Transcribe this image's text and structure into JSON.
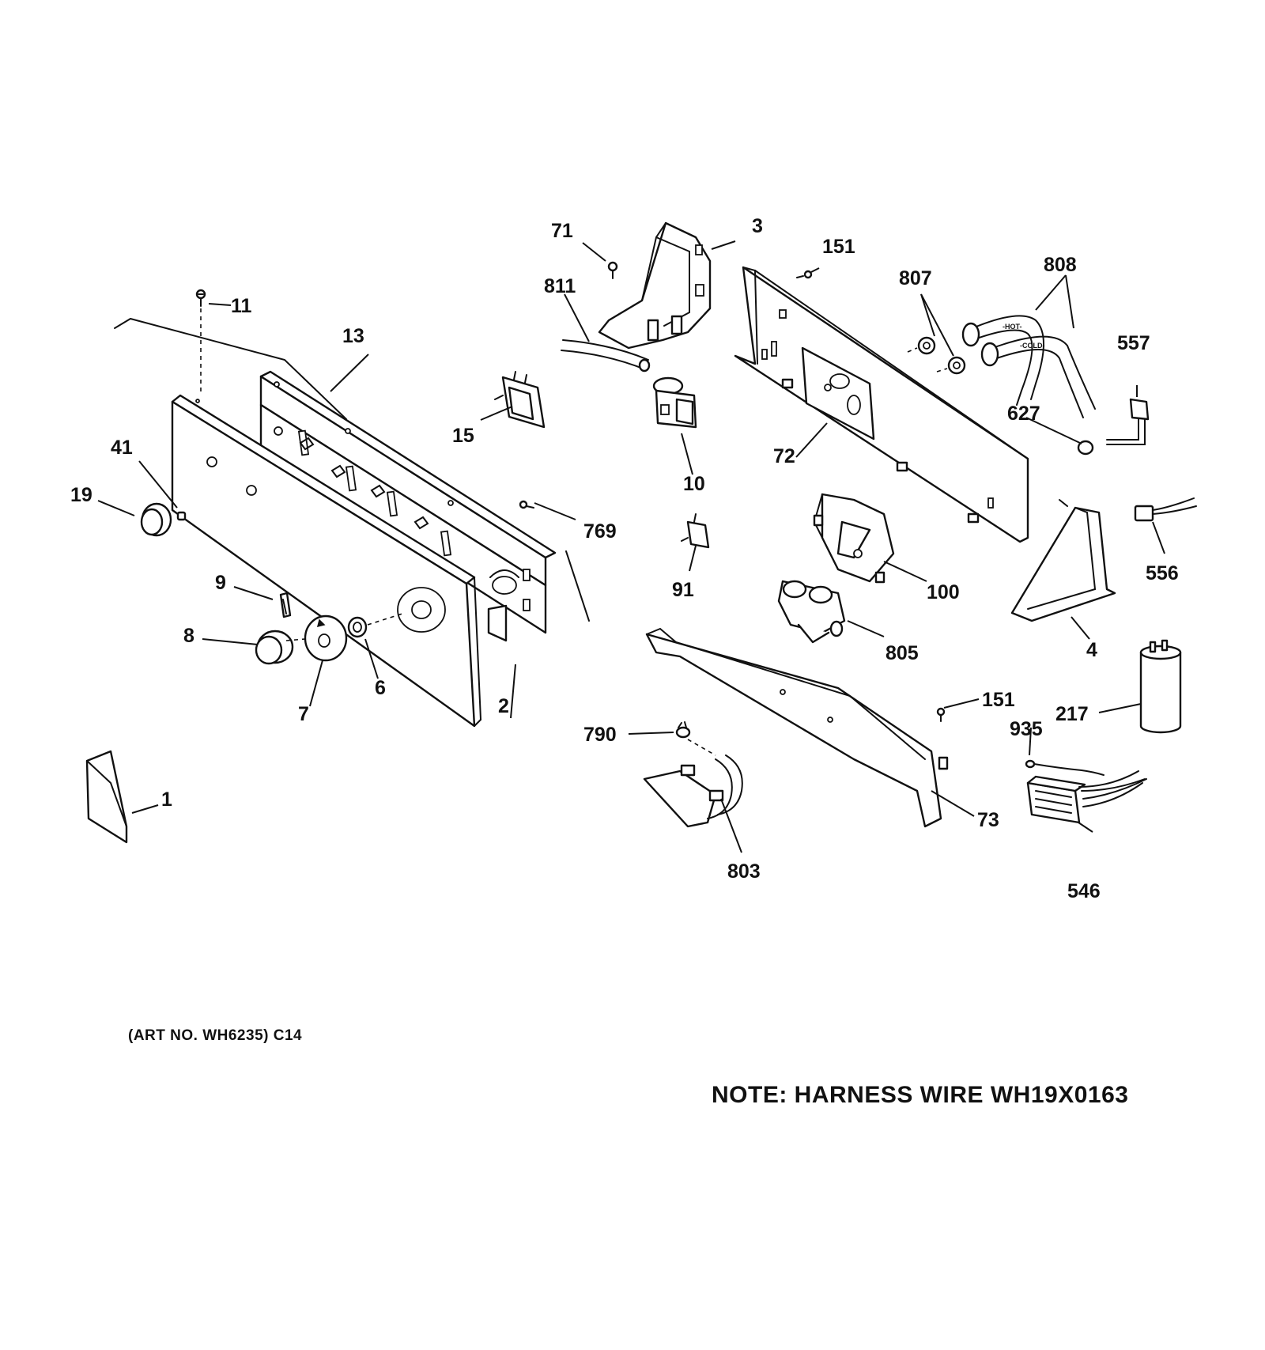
{
  "callouts": {
    "p1": "1",
    "p2": "2",
    "p3": "3",
    "p4": "4",
    "p6": "6",
    "p7": "7",
    "p8": "8",
    "p9": "9",
    "p10": "10",
    "p11": "11",
    "p13": "13",
    "p15": "15",
    "p19": "19",
    "p41": "41",
    "p71": "71",
    "p72": "72",
    "p73": "73",
    "p91": "91",
    "p100": "100",
    "p151a": "151",
    "p151b": "151",
    "p217": "217",
    "p546": "546",
    "p556": "556",
    "p557": "557",
    "p627": "627",
    "p769": "769",
    "p790": "790",
    "p803": "803",
    "p805": "805",
    "p807": "807",
    "p808": "808",
    "p811": "811",
    "p935": "935"
  },
  "hose_labels": {
    "hot": "-HOT-",
    "cold": "-COLD-"
  },
  "footer": {
    "art_number": "(ART NO. WH6235) C14",
    "note": "NOTE: HARNESS WIRE WH19X0163"
  }
}
